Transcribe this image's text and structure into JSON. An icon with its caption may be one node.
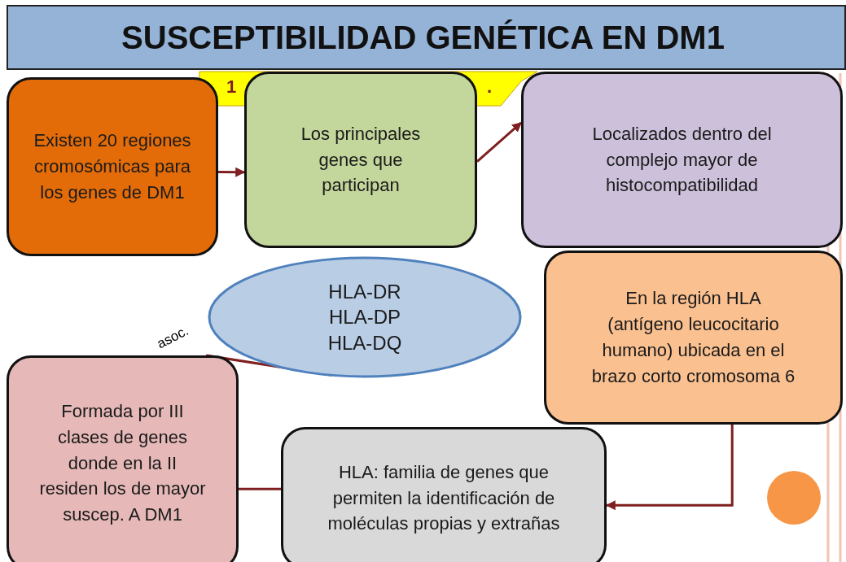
{
  "diagram": {
    "title": "SUSCEPTIBILIDAD GENÉTICA EN DM1",
    "nodes": [
      {
        "text": [
          "Existen 20 regiones cromosómicas para los genes de DM1"
        ]
      },
      {
        "text": [
          "Los principales genes que participan"
        ]
      },
      {
        "text": [
          "Localizados dentro del complejo mayor de histocompatibilidad"
        ]
      },
      {
        "text": [
          "HLA-DR",
          "HLA-DP",
          "HLA-DQ"
        ]
      },
      {
        "text": [
          "En la región HLA (antígeno leucocitario humano) ubicada en el brazo corto cromosoma 6"
        ]
      },
      {
        "text": [
          "Formada por III clases de genes donde en la II residen los de mayor suscep. A DM1"
        ]
      },
      {
        "text": [
          "HLA: familia de genes que permiten la identificación de moléculas propias y extrañas"
        ]
      }
    ],
    "edges": [
      {
        "from": 0,
        "to": 1,
        "arrow": "to"
      },
      {
        "from": 1,
        "to": 2,
        "arrow": "to"
      },
      {
        "from": 3,
        "to": 5,
        "arrow": "none",
        "label": "asoc."
      },
      {
        "from": 4,
        "to": 6,
        "arrow": "to"
      },
      {
        "from": 6,
        "to": 5,
        "arrow": "none"
      }
    ],
    "labels": [
      "1",
      "."
    ]
  }
}
